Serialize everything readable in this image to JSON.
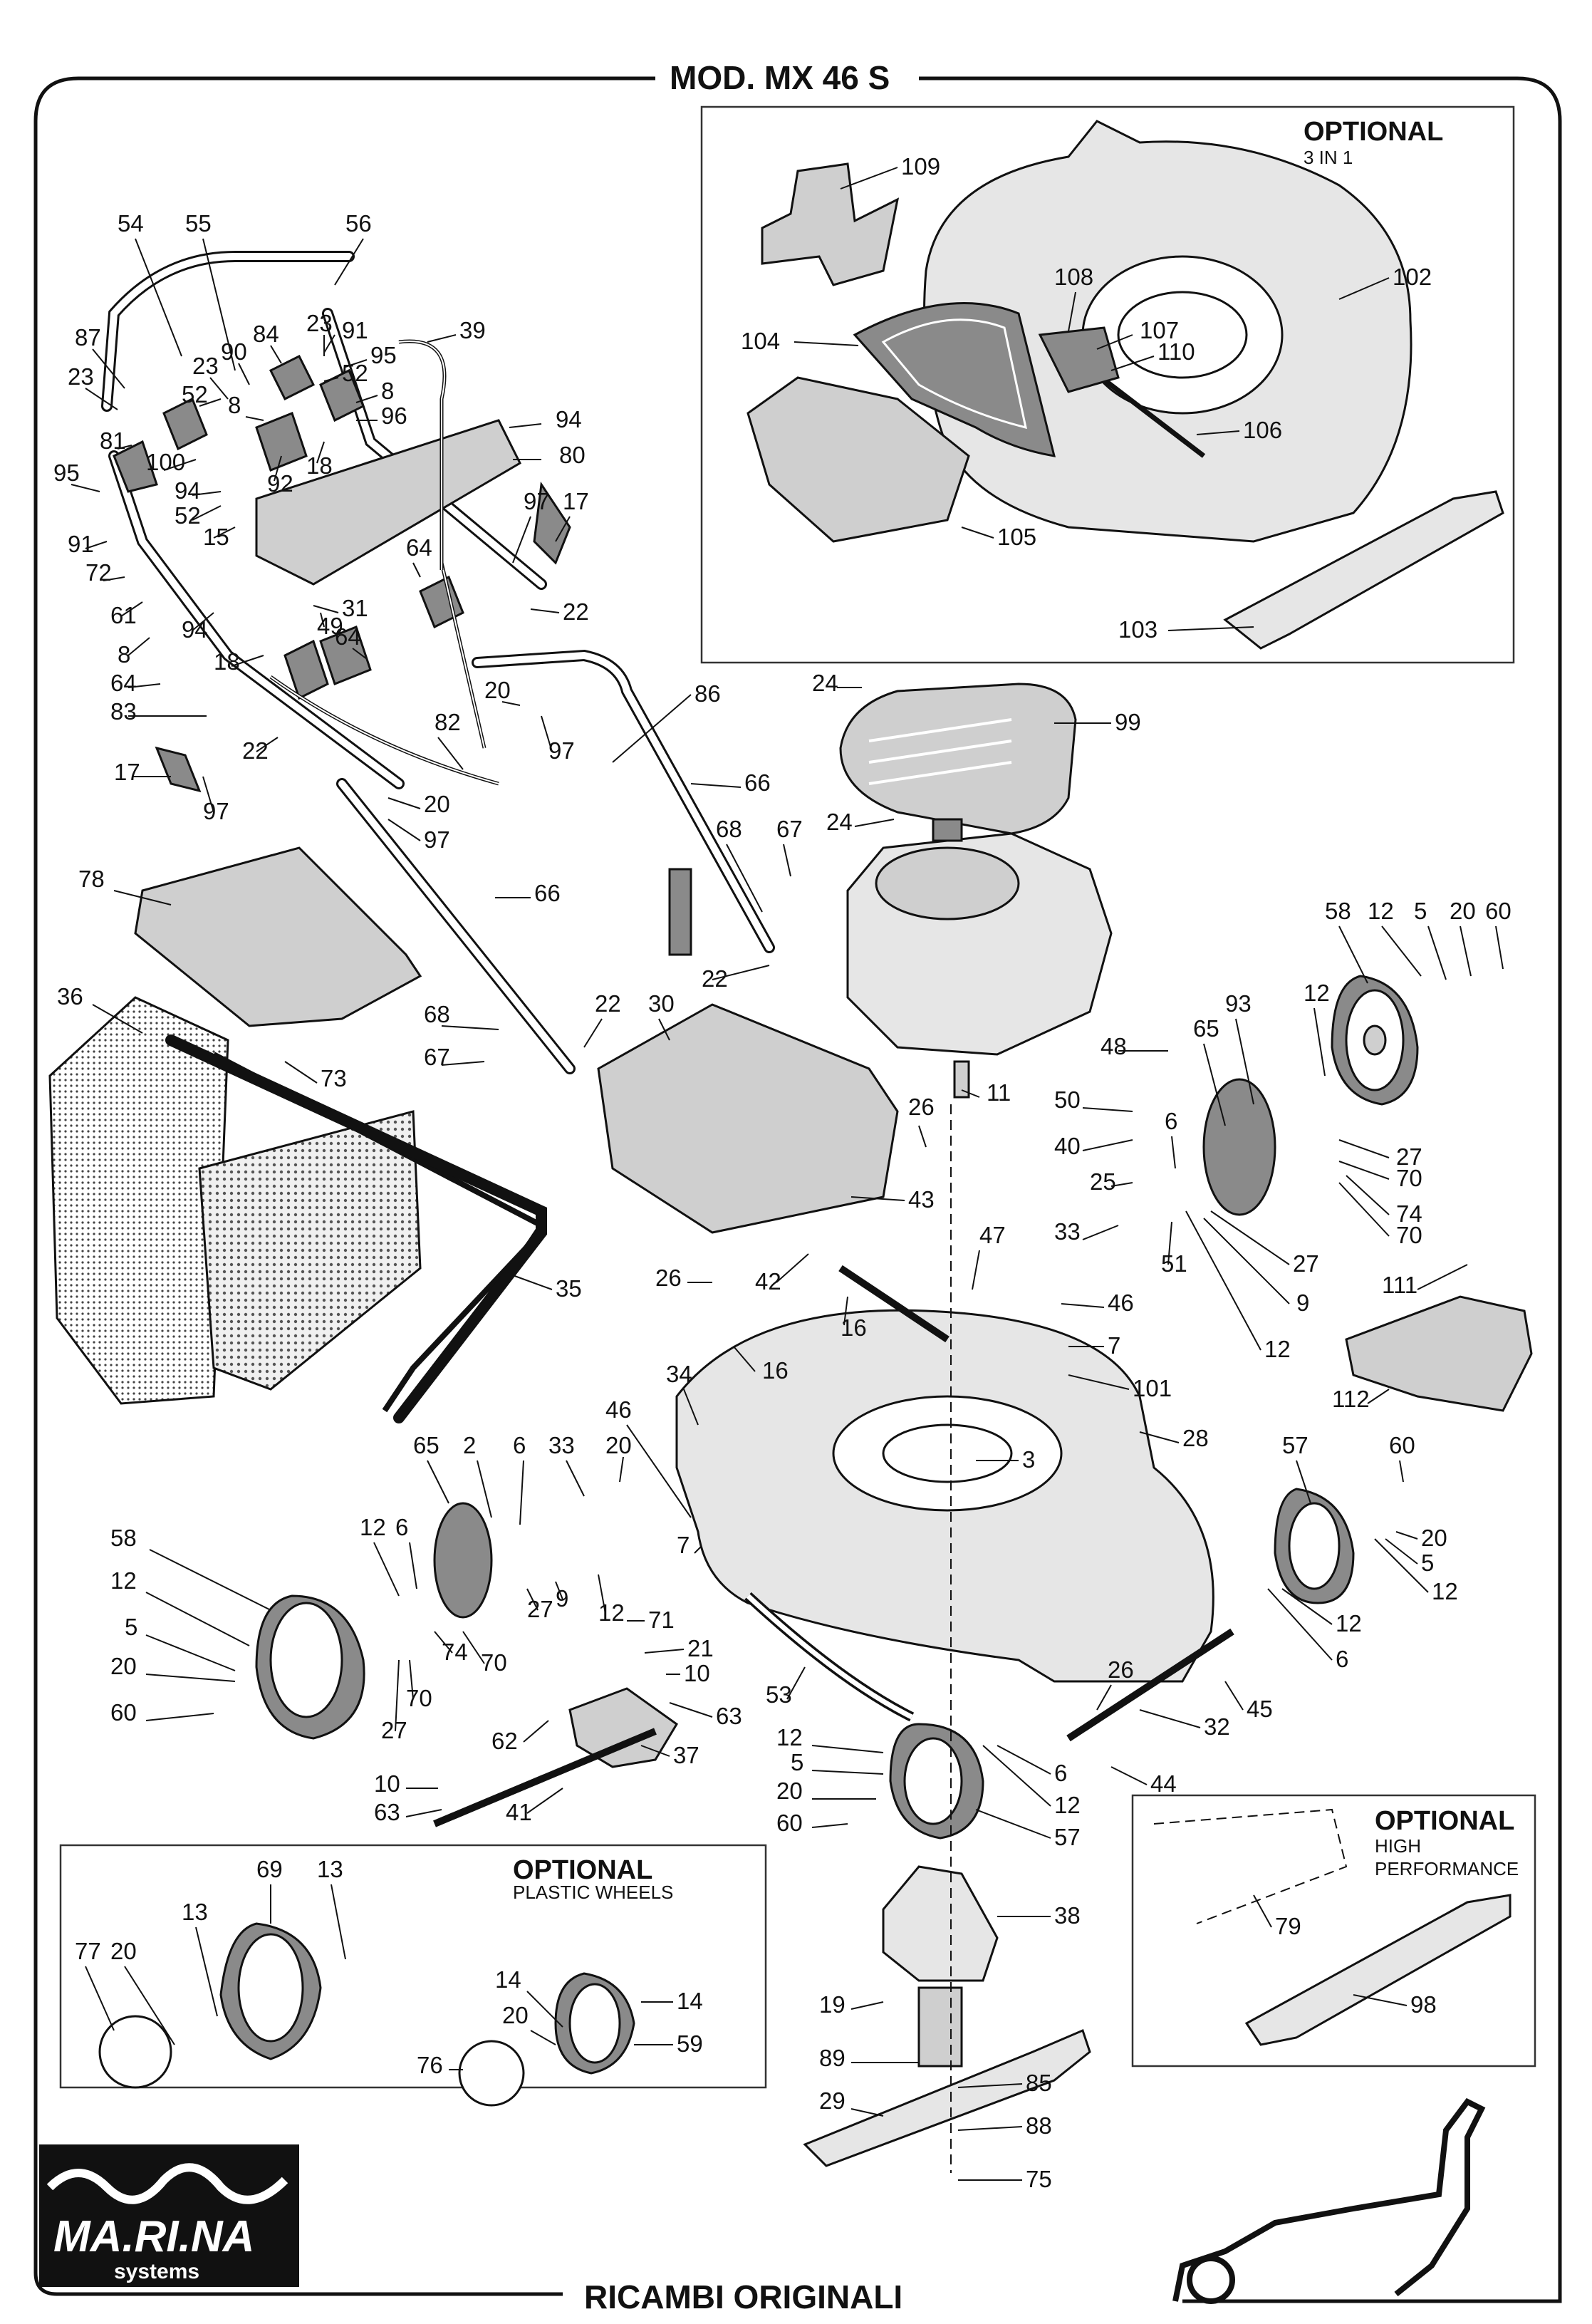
{
  "title": "MOD. MX 46 S",
  "footer": "RICAMBI ORIGINALI",
  "logo": {
    "brand": "MA.RI.NA",
    "sub": "systems"
  },
  "optional_boxes": {
    "mulching": {
      "title": "OPTIONAL",
      "subtitle": "3 IN 1"
    },
    "plastic_wheels": {
      "title": "OPTIONAL",
      "subtitle": "PLASTIC WHEELS"
    },
    "high_performance": {
      "title": "OPTIONAL",
      "subtitle": "HIGH\nPERFORMANCE"
    }
  },
  "callouts": {
    "p109": "109",
    "p108": "108",
    "p107": "107",
    "p110": "110",
    "p104": "104",
    "p102": "102",
    "p106": "106",
    "p105": "105",
    "p103": "103",
    "p54": "54",
    "p55": "55",
    "p56": "56",
    "p87": "87",
    "p23a": "23",
    "p23b": "23",
    "p23c": "23",
    "p90": "90",
    "p84": "84",
    "p91a": "91",
    "p95a": "95",
    "p39": "39",
    "p52a": "52",
    "p52b": "52",
    "p52c": "52",
    "p8a": "8",
    "p8b": "8",
    "p8c": "8",
    "p96": "96",
    "p81": "81",
    "p100": "100",
    "p92": "92",
    "p18a": "18",
    "p18b": "18",
    "p95b": "95",
    "p94a": "94",
    "p94b": "94",
    "p94c": "94",
    "p80": "80",
    "p15": "15",
    "p91b": "91",
    "p72": "72",
    "p61": "61",
    "p31": "31",
    "p49": "49",
    "p64a": "64",
    "p64b": "64",
    "p64c": "64",
    "p97a": "97",
    "p97b": "97",
    "p97c": "97",
    "p97d": "97",
    "p17a": "17",
    "p17b": "17",
    "p22a": "22",
    "p22b": "22",
    "p22c": "22",
    "p22d": "22",
    "p83": "83",
    "p82": "82",
    "p20a": "20",
    "p20b": "20",
    "p86": "86",
    "p24a": "24",
    "p24b": "24",
    "p99": "99",
    "p66a": "66",
    "p66b": "66",
    "p68a": "68",
    "p68b": "68",
    "p67a": "67",
    "p67b": "67",
    "p78": "78",
    "p36": "36",
    "p73": "73",
    "p30": "30",
    "p35": "35",
    "p11": "11",
    "p58a": "58",
    "p12a": "12",
    "p5a": "5",
    "p20c": "20",
    "p60a": "60",
    "p12b": "12",
    "p93": "93",
    "p65a": "65",
    "p48": "48",
    "p50": "50",
    "p40": "40",
    "p6a": "6",
    "p25": "25",
    "p27a": "27",
    "p70a": "70",
    "p74a": "74",
    "p70b": "70",
    "p33a": "33",
    "p51": "51",
    "p27b": "27",
    "p9a": "9",
    "p12c": "12",
    "p26a": "26",
    "p43": "43",
    "p26b": "26",
    "p42": "42",
    "p47": "47",
    "p46a": "46",
    "p111": "111",
    "p16a": "16",
    "p16b": "16",
    "p7a": "7",
    "p101": "101",
    "p112": "112",
    "p34": "34",
    "p28": "28",
    "p3": "3",
    "p46b": "46",
    "p33b": "33",
    "p20d": "20",
    "p65b": "65",
    "p2": "2",
    "p6b": "6",
    "p7b": "7",
    "p12d": "12",
    "p9b": "9",
    "p27c": "27",
    "p6c": "6",
    "p70c": "70",
    "p74b": "74",
    "p70d": "70",
    "p27d": "27",
    "p12e": "12",
    "p58b": "58",
    "p12f": "12",
    "p5b": "5",
    "p20e": "20",
    "p60b": "60",
    "p57a": "57",
    "p60c": "60",
    "p20f": "20",
    "p5c": "5",
    "p12g": "12",
    "p12h": "12",
    "p6d": "6",
    "p71": "71",
    "p21": "21",
    "p10a": "10",
    "p63a": "63",
    "p53": "53",
    "p26c": "26",
    "p32": "32",
    "p45": "45",
    "p62": "62",
    "p37": "37",
    "p10b": "10",
    "p63b": "63",
    "p41": "41",
    "p12i": "12",
    "p5d": "5",
    "p20g": "20",
    "p60d": "60",
    "p6e": "6",
    "p12j": "12",
    "p44": "44",
    "p57b": "57",
    "p38": "38",
    "p19": "19",
    "p89": "89",
    "p29": "29",
    "p85": "85",
    "p88": "88",
    "p75": "75",
    "p69": "69",
    "p13a": "13",
    "p13b": "13",
    "p77": "77",
    "p20h": "20",
    "p14a": "14",
    "p14b": "14",
    "p20i": "20",
    "p76": "76",
    "p59": "59",
    "p79": "79",
    "p98": "98"
  }
}
